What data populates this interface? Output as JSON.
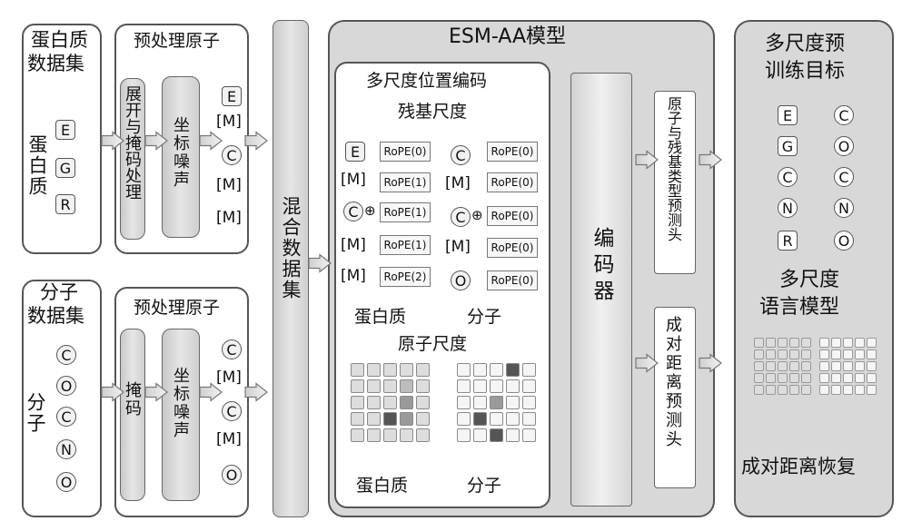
{
  "protein_dataset": {
    "title_line1": "蛋白质",
    "title_line2": "数据集",
    "label": "蛋白质",
    "tokens": [
      "E",
      "G",
      "R"
    ]
  },
  "molecule_dataset": {
    "title_line1": "分子",
    "title_line2": "数据集",
    "label": "分子",
    "tokens": [
      "C",
      "O",
      "C",
      "N",
      "O"
    ]
  },
  "preprocess_top": {
    "title": "预处理原子",
    "unfold_mask": "展开与掩码处理",
    "coord_noise": "坐标噪声",
    "tokens": [
      "E",
      "[M]",
      "C",
      "[M]",
      "[M]"
    ]
  },
  "preprocess_bottom": {
    "title": "预处理原子",
    "mask": "掩码",
    "coord_noise": "坐标噪声",
    "tokens": [
      "C",
      "[M]",
      "C",
      "[M]",
      "O"
    ]
  },
  "mixed_dataset": "混合数据集",
  "model": {
    "title": "ESM-AA模型",
    "pos_enc_title": "多尺度位置编码",
    "residue_scale": "残基尺度",
    "protein_tokens": [
      "E",
      "[M]",
      "C",
      "[M]",
      "[M]"
    ],
    "protein_ropes": [
      "RoPE(0)",
      "RoPE(1)",
      "RoPE(1)",
      "RoPE(1)",
      "RoPE(2)"
    ],
    "molecule_tokens": [
      "C",
      "[M]",
      "C",
      "[M]",
      "O"
    ],
    "molecule_ropes": [
      "RoPE(0)",
      "RoPE(0)",
      "RoPE(0)",
      "RoPE(0)",
      "RoPE(0)"
    ],
    "plus_symbol": "⊕",
    "protein_label": "蛋白质",
    "molecule_label": "分子",
    "atom_scale": "原子尺度",
    "protein_label2": "蛋白质",
    "molecule_label2": "分子",
    "encoder": "编码器",
    "head_type": "原子与残基类型预测头",
    "head_dist": "成对距离预测头",
    "protein_matrix": [
      [
        1,
        1,
        1,
        1,
        1
      ],
      [
        1,
        1,
        1,
        2,
        1
      ],
      [
        1,
        1,
        1,
        3,
        1
      ],
      [
        1,
        1,
        4,
        3,
        1
      ],
      [
        1,
        1,
        1,
        1,
        1
      ]
    ],
    "molecule_matrix": [
      [
        0,
        0,
        0,
        4,
        0
      ],
      [
        0,
        0,
        0,
        0,
        0
      ],
      [
        0,
        0,
        3,
        0,
        0
      ],
      [
        0,
        4,
        0,
        0,
        0
      ],
      [
        0,
        0,
        4,
        0,
        0
      ]
    ]
  },
  "objective": {
    "title_line1": "多尺度预",
    "title_line2": "训练目标",
    "left_tokens": [
      "E",
      "G",
      "C",
      "N",
      "R"
    ],
    "right_tokens": [
      "C",
      "O",
      "C",
      "N",
      "O"
    ],
    "mlm_line1": "多尺度",
    "mlm_line2": "语言模型",
    "pair_dist": "成对距离恢复"
  },
  "colors": {
    "border": "#555555",
    "cell_light": "#dddddd",
    "cell_white": "#f5f5f5",
    "cell_mid": "#9a9a9a",
    "cell_dark": "#555555"
  }
}
